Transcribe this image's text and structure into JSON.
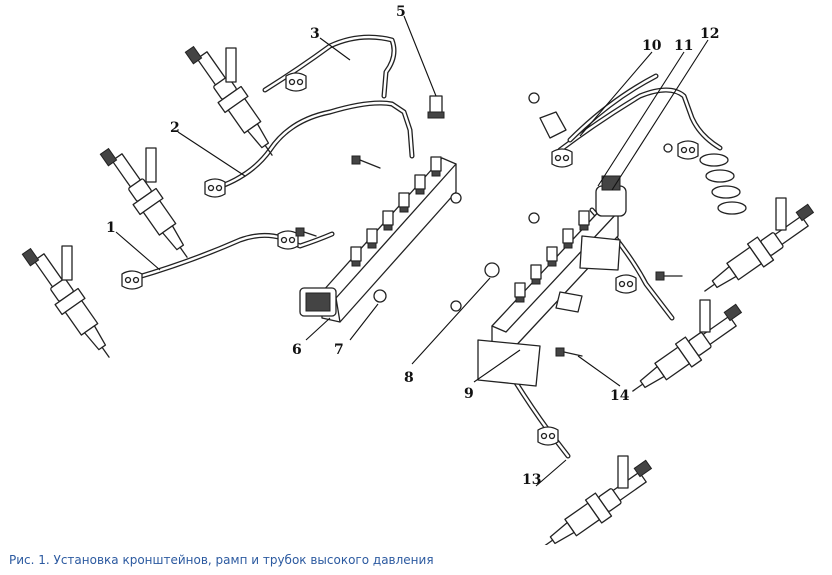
{
  "figure": {
    "caption": "Рис. 1. Установка кронштейнов, рамп и трубок высокого давления",
    "callouts": [
      "1",
      "2",
      "3",
      "5",
      "6",
      "7",
      "8",
      "9",
      "10",
      "11",
      "12",
      "13",
      "14"
    ]
  },
  "colors": {
    "caption": "#2c5aa0",
    "lines": "#222222",
    "background": "#ffffff"
  }
}
